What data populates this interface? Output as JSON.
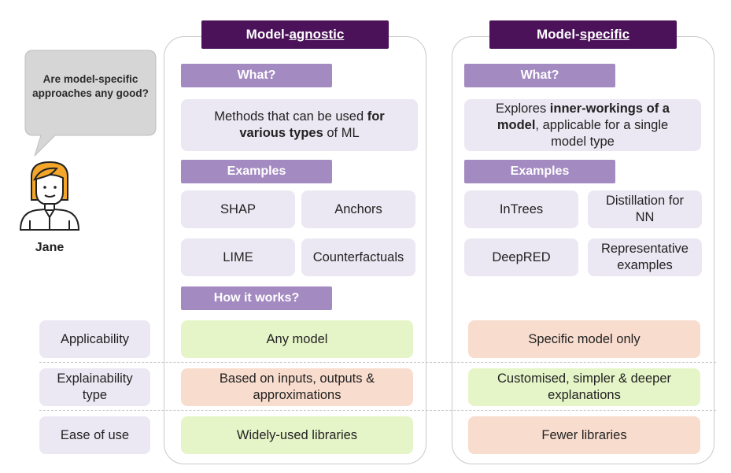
{
  "speech_bubble": {
    "text": "Are model-specific approaches any good?"
  },
  "person": {
    "name": "Jane",
    "icon": "person-avatar-icon"
  },
  "agnostic": {
    "header_prefix": "Model-",
    "header_underlined": "agnostic",
    "what_label": "What?",
    "what_text": {
      "pre": "Methods that can be used ",
      "bold": "for various types",
      "post": " of ML"
    },
    "examples_label": "Examples",
    "examples": [
      "SHAP",
      "Anchors",
      "LIME",
      "Counterfactuals"
    ],
    "how_label": "How it works?",
    "applicability": "Any model",
    "explainability": "Based on inputs, outputs & approximations",
    "ease": "Widely-used libraries"
  },
  "specific": {
    "header_prefix": "Model-",
    "header_underlined": "specific",
    "what_label": "What?",
    "what_text": {
      "pre": "Explores ",
      "bold": "inner-workings of a model",
      "post": ", applicable for a single model type"
    },
    "examples_label": "Examples",
    "examples": [
      "InTrees",
      "Distillation for NN",
      "DeepRED",
      "Representative examples"
    ],
    "applicability": "Specific model only",
    "explainability": "Customised, simpler & deeper explanations",
    "ease": "Fewer libraries"
  },
  "row_labels": {
    "applicability": "Applicability",
    "explainability": "Explainability type",
    "ease": "Ease of use"
  },
  "colors": {
    "header": "#4b1259",
    "tag": "#a38ac0",
    "card": "#ece8f3",
    "positive": "#e6f5c8",
    "negative": "#f8dccd"
  }
}
